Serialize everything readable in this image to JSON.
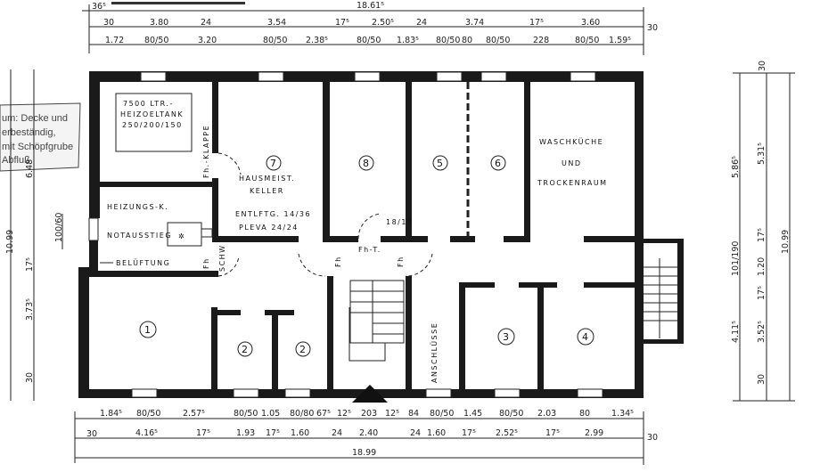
{
  "dimensions": {
    "top_row1": [
      "36⁵",
      "18.61⁵"
    ],
    "top_row2": [
      "30",
      "3.80",
      "24",
      "3.54",
      "17⁵",
      "2.50⁵",
      "24",
      "3.74",
      "17⁵",
      "3.60",
      "30"
    ],
    "top_row3": [
      "1.72",
      "80/50",
      "3.20",
      "80/50",
      "2.38⁵",
      "80/50",
      "1.83⁵",
      "80/50",
      "80",
      "80/50",
      "228",
      "80/50",
      "1.59⁵"
    ],
    "bottom_row1": [
      "1.84⁵",
      "80/50",
      "2.57⁵",
      "80/50",
      "1.05",
      "80/80",
      "67⁵",
      "12⁵",
      "203",
      "12⁵",
      "84",
      "80/50",
      "1.45",
      "80/50",
      "2.03",
      "80",
      "1.34⁵"
    ],
    "bottom_row2": [
      "30",
      "4.16⁵",
      "17⁵",
      "1.93",
      "17⁵",
      "1.60",
      "24",
      "2.40",
      "24",
      "1.60",
      "17⁵",
      "2.52⁵",
      "17⁵",
      "2.99",
      "30"
    ],
    "bottom_total": "18.99",
    "right_col1": [
      "30",
      "5.86⁵",
      "101/190",
      "4.11⁵"
    ],
    "right_col2": [
      "5.31⁵",
      "17⁵",
      "1.20",
      "17⁵",
      "3.52⁵",
      "30"
    ],
    "right_total": "10.99",
    "left_total": "10.99",
    "left_col2": [
      "6.48",
      "17⁵",
      "3.73⁵",
      "30"
    ],
    "left_window": "100/60"
  },
  "note": [
    "um: Decke und",
    "erbeständig,",
    "mit Schöpfgrube",
    "Abfluß"
  ],
  "rooms": {
    "tank": [
      "7500 LTR.-",
      "HEIZOELTANK",
      "250/200/150"
    ],
    "heating": "HEIZUNGS-K.",
    "room7": {
      "number": "7",
      "label": [
        "HAUSMEIST.",
        "KELLER"
      ]
    },
    "room8": "8",
    "room5": "5",
    "room6": "6",
    "laundry": [
      "WASCHKÜCHE",
      "UND",
      "TROCKENRAUM"
    ],
    "room1": "1",
    "room2a": "2",
    "room2b": "2",
    "room3": "3",
    "room4": "4"
  },
  "annotations": {
    "hatch": "Fh.-KLAPPE",
    "vent": "ENTLFTG. 14/36",
    "pleva": "PLEVA 24/24",
    "exit": "NOTAUSSTIEG",
    "ventilation": "BELÜFTUNG",
    "fh_door1": "Fh",
    "fh_door2": "Fh",
    "fh_t": "Fh-T.",
    "door_18": "18/18",
    "fh_small": "Fh",
    "schw": "SCHW",
    "connections": "ANSCHLÜSSE"
  }
}
